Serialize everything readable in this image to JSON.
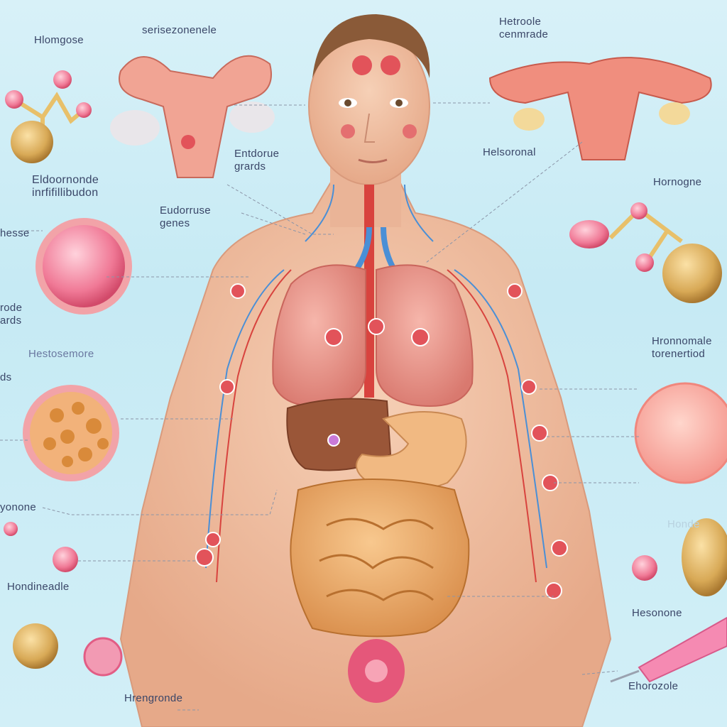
{
  "labels": {
    "top_center": "serisezonenele",
    "top_left": "Hlomgose",
    "top_right": "Hetroole\ncenmrade",
    "left_upper": "Eldoornonde\ninrfifillibudon",
    "center_left_1": "Entdorue\ngrards",
    "center_left_2": "Eudorruse\ngenes",
    "right_upper": "Helsoronal",
    "right_mid": "Hornogne",
    "left_mid_1": "hesse",
    "left_mid_2": "rode\nards",
    "left_mid_3": "Hestosemore",
    "left_mid_4": "ds",
    "right_lower": "Hronnomale\ntorenertiod",
    "left_lower_1": "yonone",
    "right_faint": "Honde",
    "left_lower_2": "Hondineadle",
    "right_bottom_1": "Hesonone",
    "bottom_center": "Hrengronde",
    "right_bottom_2": "Ehorozole"
  },
  "colors": {
    "background": "#cdeef6",
    "skin": "#f2c3a6",
    "label_text": "#3a4668",
    "vessel_red": "#d8433e",
    "vessel_blue": "#4a8fd6",
    "organ_pink": "#e98f86",
    "intestine": "#e8a560"
  }
}
